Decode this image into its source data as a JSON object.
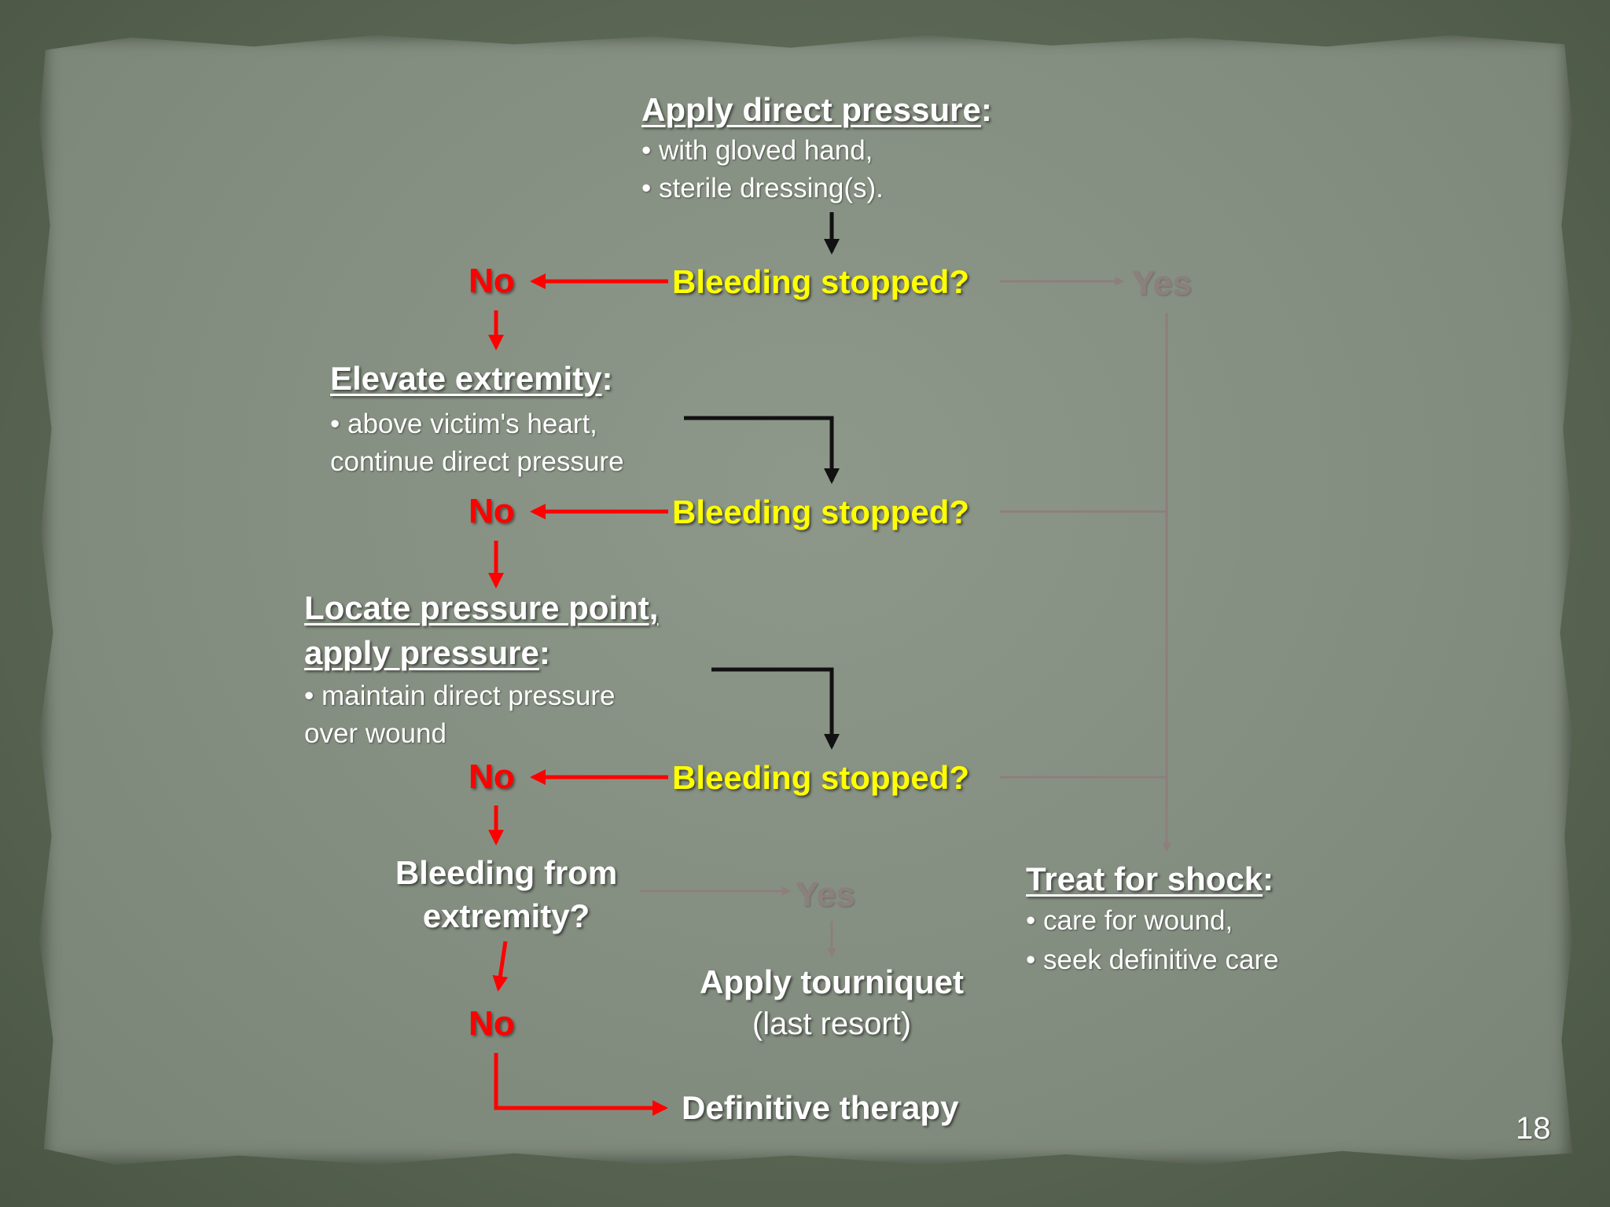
{
  "step_direct_pressure": {
    "title": "Apply direct pressure",
    "colon": ":",
    "bullets": [
      "• with gloved hand,",
      "• sterile dressing(s)."
    ]
  },
  "question_1": "Bleeding stopped?",
  "question_2": "Bleeding stopped?",
  "question_3": "Bleeding stopped?",
  "no_label": "No",
  "yes_label": "Yes",
  "step_elevate": {
    "title": "Elevate extremity",
    "colon": ":",
    "lines": [
      "• above victim's heart,",
      "continue direct pressure"
    ]
  },
  "step_pressure_point": {
    "title_line1": "Locate pressure point,",
    "title_line2": "apply pressure",
    "colon": ":",
    "lines": [
      "• maintain direct pressure",
      "over wound"
    ]
  },
  "question_extremity": {
    "line1": "Bleeding from",
    "line2": "extremity?"
  },
  "tourniquet": {
    "line1": "Apply tourniquet",
    "line2": "(last resort)"
  },
  "definitive_therapy": "Definitive therapy",
  "shock": {
    "title": "Treat for shock",
    "colon": ":",
    "bullets": [
      "• care for wound,",
      "• seek definitive care"
    ]
  },
  "page_number": "18",
  "colors": {
    "heading": "#ffffff",
    "question": "#ffff00",
    "no": "#ff0000",
    "yes_path": "#8d7f7c",
    "black_arrow": "#111111",
    "paper": "#858f81"
  }
}
